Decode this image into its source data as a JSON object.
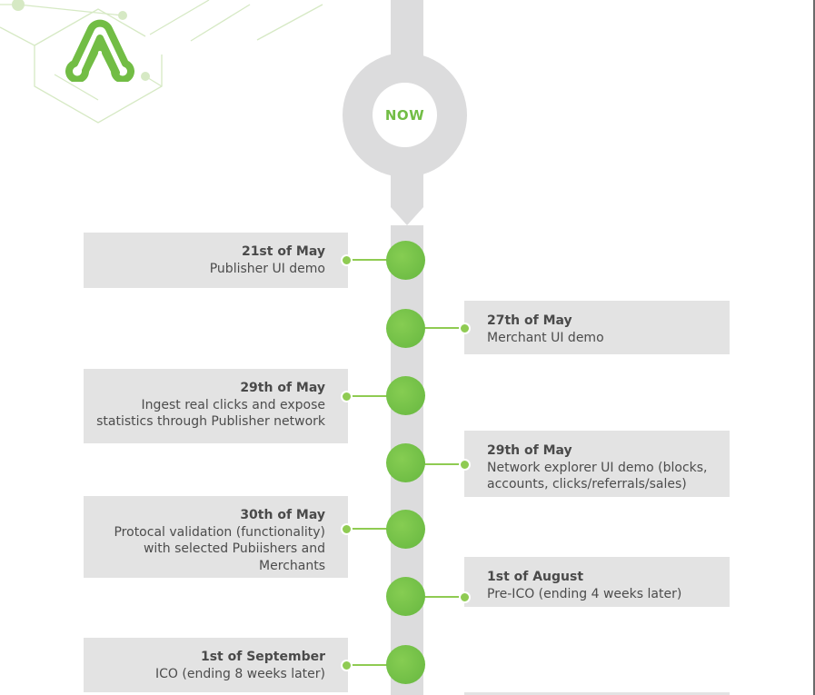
{
  "timeline": {
    "now_label": "NOW",
    "accent_color": "#72bd45",
    "events": [
      {
        "date": "21st of May",
        "text": "Publisher UI demo"
      },
      {
        "date": "27th of May",
        "text": "Merchant UI demo"
      },
      {
        "date": "29th of May",
        "text": "Ingest real clicks and expose statistics through Publisher network"
      },
      {
        "date": "29th of May",
        "text": "Network explorer UI demo (blocks, accounts, clicks/referrals/sales)"
      },
      {
        "date": "30th of May",
        "text": "Protocal validation (functionality) with selected Pubiishers and Merchants"
      },
      {
        "date": "1st of August",
        "text": "Pre-ICO (ending 4 weeks later)"
      },
      {
        "date": "1st of September",
        "text": "ICO (ending 8 weeks later)"
      }
    ]
  },
  "brand": {
    "logo_icon": "adbank-logo-icon",
    "decoration": "hexagon-network-pattern"
  }
}
